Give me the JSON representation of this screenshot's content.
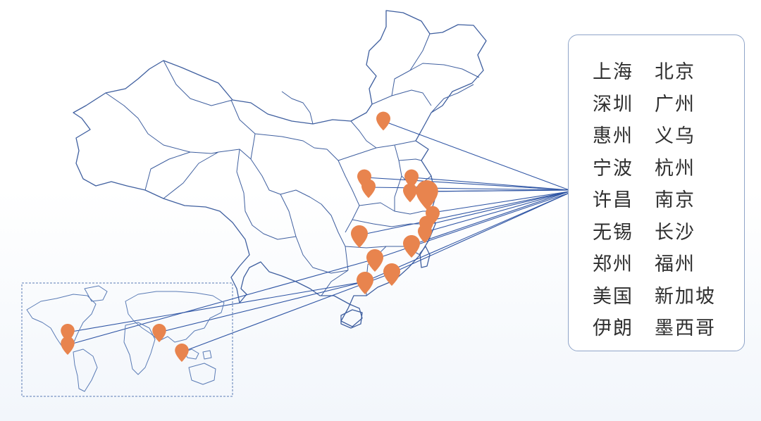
{
  "cities": [
    [
      "上海",
      "北京"
    ],
    [
      "深圳",
      "广州"
    ],
    [
      "惠州",
      "义乌"
    ],
    [
      "宁波",
      "杭州"
    ],
    [
      "许昌",
      "南京"
    ],
    [
      "无锡",
      "长沙"
    ],
    [
      "郑州",
      "福州"
    ],
    [
      "美国",
      "新加坡"
    ],
    [
      "伊朗",
      "墨西哥"
    ]
  ],
  "icons": {
    "location_marker": "map-pin-icon"
  },
  "colors": {
    "map_outline": "#3f5f9f",
    "connector_line": "#2f55a4",
    "marker": "#e8844e",
    "panel_border": "#8fa4c8",
    "city_text": "#2f2f2f",
    "world_inset_border": "#5a7bb5"
  }
}
